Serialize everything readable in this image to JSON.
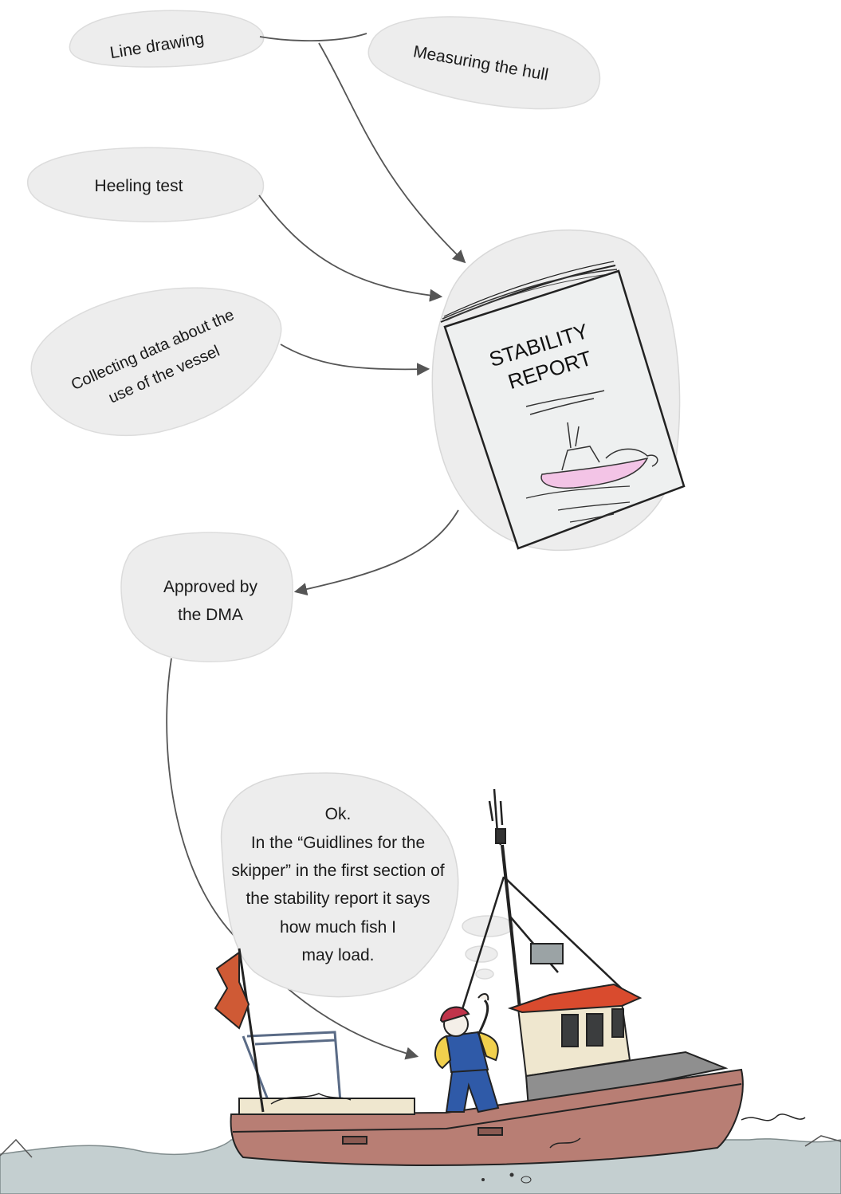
{
  "bubbles": {
    "line_drawing": "Line drawing",
    "measuring_hull": "Measuring the hull",
    "heeling_test": "Heeling test",
    "collecting_line1": "Collecting  data about the",
    "collecting_line2": "use of the vessel",
    "approved_line1": "Approved by",
    "approved_line2": "the DMA"
  },
  "report": {
    "line1": "STABILITY",
    "line2": "REPORT"
  },
  "thought": {
    "lines": [
      "Ok.",
      "In the “Guidlines for the",
      "skipper” in the first section of",
      "the stability report it says",
      "how much fish I",
      "may load."
    ]
  },
  "colors": {
    "bubble": "#ededed",
    "bubble_stroke": "#d6d6d6",
    "sea": "#c4cfd0",
    "hull": "#b87e74",
    "cabin": "#efe7cf",
    "roof": "#d94b2e",
    "flag": "#cf5a35",
    "overalls": "#2f5aa8",
    "shirt": "#f1d04d",
    "cap": "#c0334a",
    "report_pink": "#f3c4e6"
  }
}
